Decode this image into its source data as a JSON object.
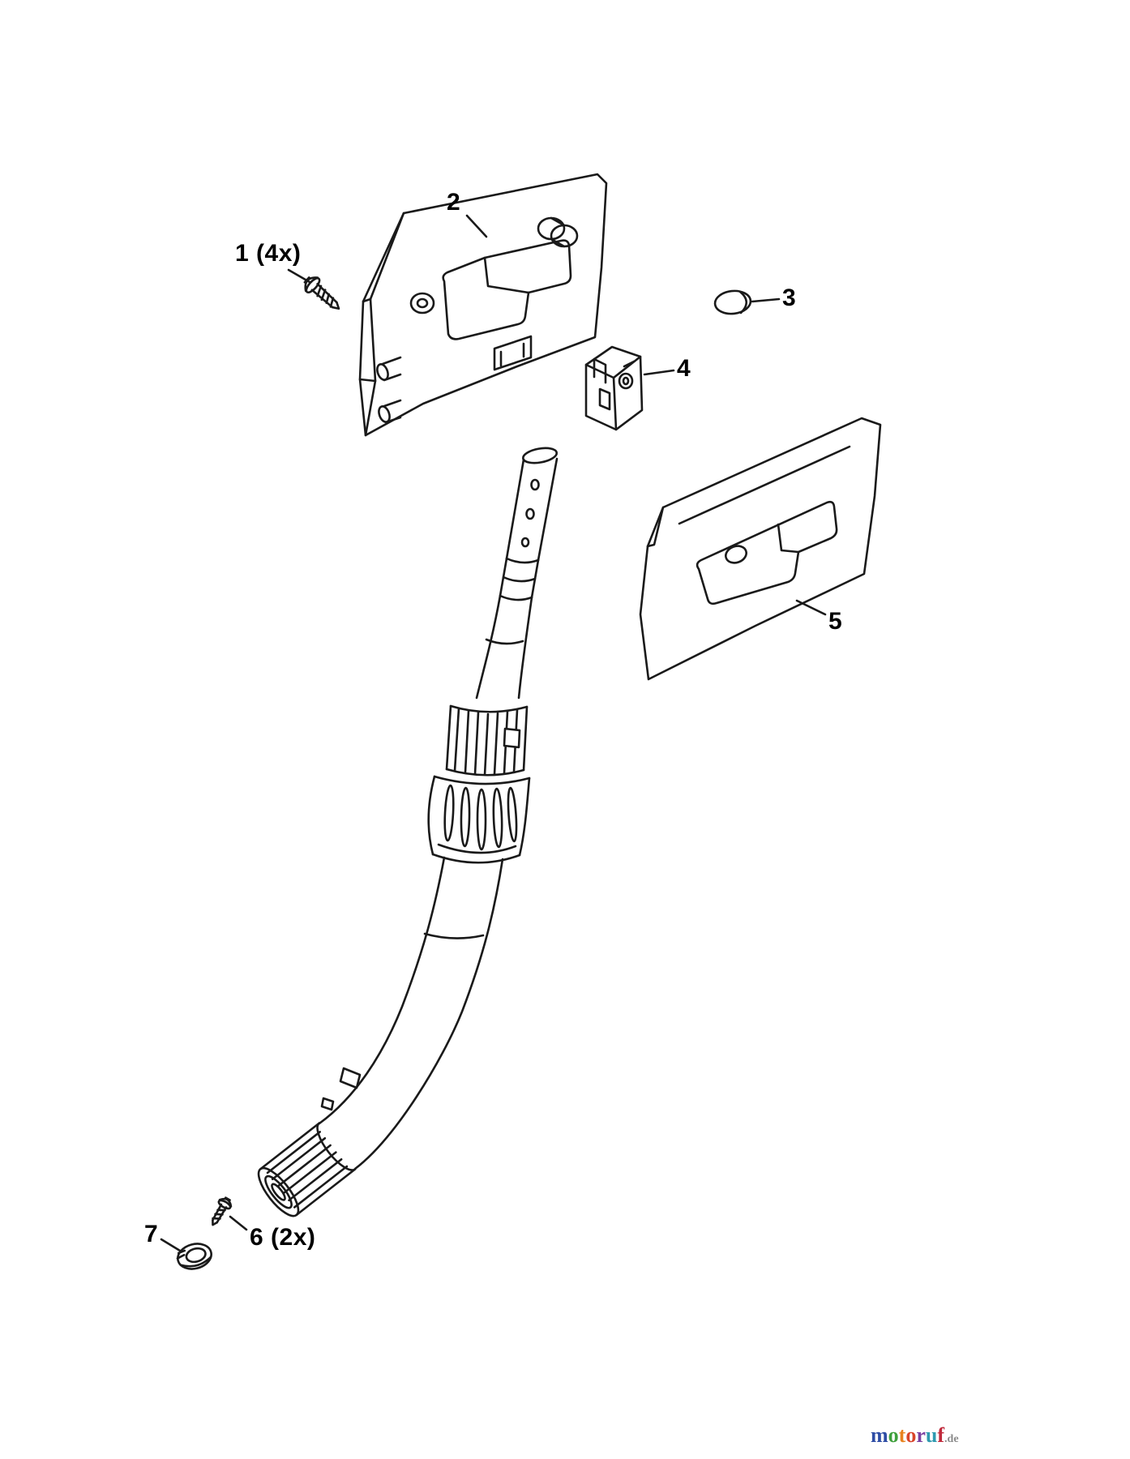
{
  "page": {
    "background": "#ffffff"
  },
  "diagram": {
    "type": "exploded-parts-diagram",
    "line_color": "#1a1a1a",
    "callouts": [
      {
        "ref": "1",
        "label": "1 (4x)",
        "part": "screw"
      },
      {
        "ref": "2",
        "label": "2",
        "part": "upper-cover-plate"
      },
      {
        "ref": "3",
        "label": "3",
        "part": "plug"
      },
      {
        "ref": "4",
        "label": "4",
        "part": "cable-clamp-block"
      },
      {
        "ref": "5",
        "label": "5",
        "part": "lower-cover-plate"
      },
      {
        "ref": "6",
        "label": "6 (2x)",
        "part": "small-screw"
      },
      {
        "ref": "7",
        "label": "7",
        "part": "cap"
      }
    ]
  },
  "watermark": {
    "brand_letters": [
      {
        "char": "m",
        "color": "#2e4da5"
      },
      {
        "char": "o",
        "color": "#3fa03c"
      },
      {
        "char": "t",
        "color": "#e8821e"
      },
      {
        "char": "o",
        "color": "#d8442a"
      },
      {
        "char": "r",
        "color": "#7a3fa0"
      },
      {
        "char": "u",
        "color": "#2f9ab0"
      },
      {
        "char": "f",
        "color": "#c02a3c"
      }
    ],
    "suffix": ".de",
    "suffix_color": "#8a8a8a"
  }
}
